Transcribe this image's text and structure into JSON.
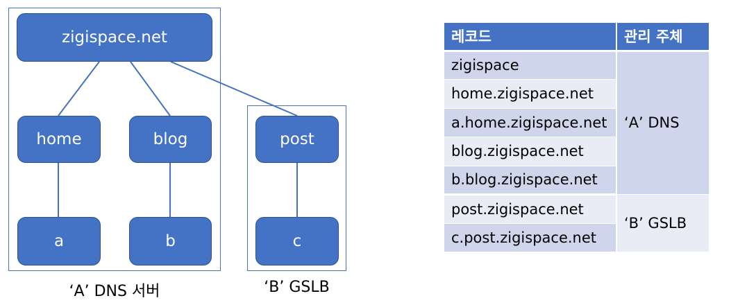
{
  "diagram": {
    "nodes": {
      "root": "zigispace.net",
      "home": "home",
      "blog": "blog",
      "post": "post",
      "a": "a",
      "b": "b",
      "c": "c"
    },
    "captions": {
      "a_dns_server": "‘A’ DNS 서버",
      "b_gslb": "‘B’ GSLB"
    }
  },
  "table": {
    "headers": {
      "record": "레코드",
      "owner": "관리 주체"
    },
    "rows": [
      "zigispace",
      "home.zigispace.net",
      "a.home.zigispace.net",
      "blog.zigispace.net",
      "b.blog.zigispace.net",
      "post.zigispace.net",
      "c.post.zigispace.net"
    ],
    "owners": {
      "a": "‘A’ DNS",
      "b": "‘B’ GSLB"
    }
  },
  "colors": {
    "node_fill": "#4472c4",
    "node_border": "#2f528f",
    "header_fill": "#4472c4",
    "row_dark": "#cfd5ea",
    "row_light": "#e9ebf5"
  }
}
